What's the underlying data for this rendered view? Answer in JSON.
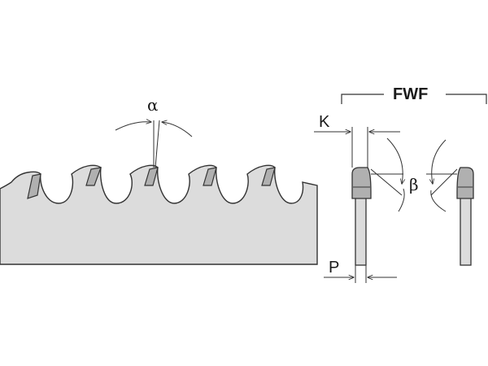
{
  "labels": {
    "rake_angle": "α",
    "grind_type": "FWF",
    "kerf": "K",
    "bevel_angle": "β",
    "plate_thickness": "P"
  },
  "colors": {
    "blade_fill": "#dcdcdc",
    "tooth_tip_fill": "#b0b0b0",
    "outline": "#333333"
  }
}
